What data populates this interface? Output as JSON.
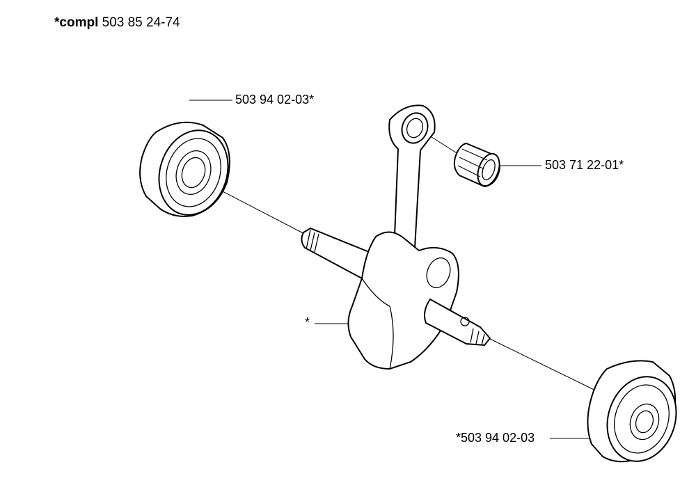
{
  "title": {
    "prefix": "*compl",
    "number": "503 85 24-74"
  },
  "parts": [
    {
      "label": "503 94 02-03*"
    },
    {
      "label": "503 71 22-01*"
    },
    {
      "label": "*"
    },
    {
      "label": "*503 94 02-03"
    }
  ]
}
